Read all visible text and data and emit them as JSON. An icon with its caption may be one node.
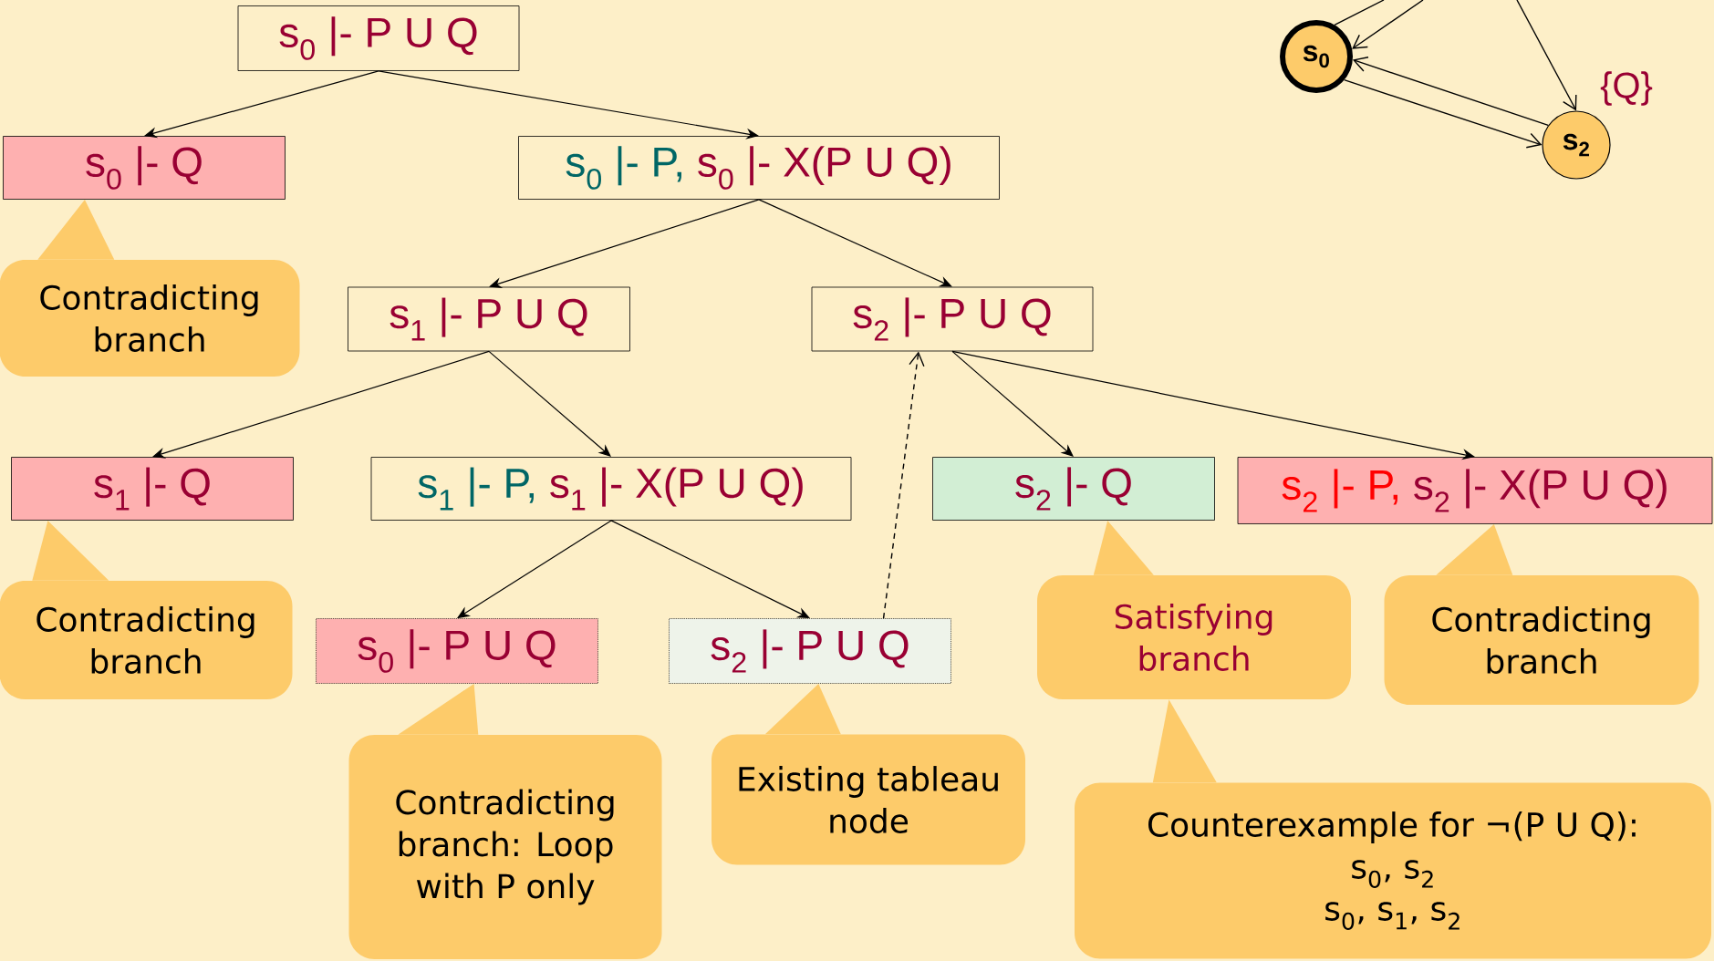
{
  "diagram": {
    "nodes": [
      {
        "text": [
          "s$_{0}$ |- P U Q"
        ]
      },
      {
        "text": [
          "s$_{0}$ |- Q"
        ]
      },
      {
        "text": [
          "s$_{0}$ |- P,",
          "s$_{0}$ |- X(P U Q)"
        ]
      },
      {
        "text": [
          "Contradicting branch"
        ]
      },
      {
        "text": [
          "s$_{1}$ |- P U Q"
        ]
      },
      {
        "text": [
          "s$_{2}$ |- P U Q"
        ]
      },
      {
        "text": [
          "s$_{1}$ |- Q"
        ]
      },
      {
        "text": [
          "s$_{1}$ |- P,",
          "s$_{1}$ |- X(P U Q)"
        ]
      },
      {
        "text": [
          "s$_{2}$ |- Q"
        ]
      },
      {
        "text": [
          "s$_{2}$ |- P,",
          "s$_{2}$ |- X(P U Q)"
        ]
      },
      {
        "text": [
          "Contradicting branch"
        ]
      },
      {
        "text": [
          "s$_{0}$ |- P U Q"
        ]
      },
      {
        "text": [
          "s$_{2}$ |- P U Q"
        ]
      },
      {
        "text": [
          "Satisfying branch"
        ]
      },
      {
        "text": [
          "Contradicting branch"
        ]
      },
      {
        "text": [
          "Contradicting branch: Loop with P only"
        ]
      },
      {
        "text": [
          "Existing tableau node"
        ]
      },
      {
        "text": [
          "Counterexample for ¬(P U Q):",
          "s$_{0}$, s$_{2}$",
          "s$_{0}$, s$_{1}$, s$_{2}$"
        ]
      },
      {
        "text": [
          "s$_{0}$"
        ]
      },
      {
        "text": [
          "s$_{2}$"
        ]
      }
    ],
    "edges": [
      {
        "from": 0,
        "to": 1,
        "arrow": "to"
      },
      {
        "from": 0,
        "to": 2,
        "arrow": "to"
      },
      {
        "from": 2,
        "to": 4,
        "arrow": "to"
      },
      {
        "from": 2,
        "to": 5,
        "arrow": "to"
      },
      {
        "from": 4,
        "to": 6,
        "arrow": "to"
      },
      {
        "from": 4,
        "to": 7,
        "arrow": "to"
      },
      {
        "from": 5,
        "to": 8,
        "arrow": "to"
      },
      {
        "from": 5,
        "to": 9,
        "arrow": "to"
      },
      {
        "from": 7,
        "to": 11,
        "arrow": "to"
      },
      {
        "from": 7,
        "to": 12,
        "arrow": "to"
      },
      {
        "from": 12,
        "to": 5,
        "arrow": "to",
        "style": "dashed"
      },
      {
        "from": 3,
        "to": 1,
        "arrow": "to"
      },
      {
        "from": 10,
        "to": 6,
        "arrow": "to"
      },
      {
        "from": 15,
        "to": 11,
        "arrow": "to"
      },
      {
        "from": 16,
        "to": 12,
        "arrow": "to"
      },
      {
        "from": 13,
        "to": 8,
        "arrow": "to"
      },
      {
        "from": 14,
        "to": 9,
        "arrow": "to"
      },
      {
        "from": 17,
        "to": 13,
        "arrow": "to"
      },
      {
        "from": 18,
        "to": 19,
        "arrow": "to"
      },
      {
        "from": 19,
        "to": 18,
        "arrow": "to"
      },
      {
        "from": null,
        "to": 18,
        "arrow": "to"
      },
      {
        "from": 18,
        "to": null,
        "arrow": "none"
      },
      {
        "from": null,
        "to": 19,
        "arrow": "to"
      }
    ],
    "labels": [
      "{Q}"
    ]
  }
}
